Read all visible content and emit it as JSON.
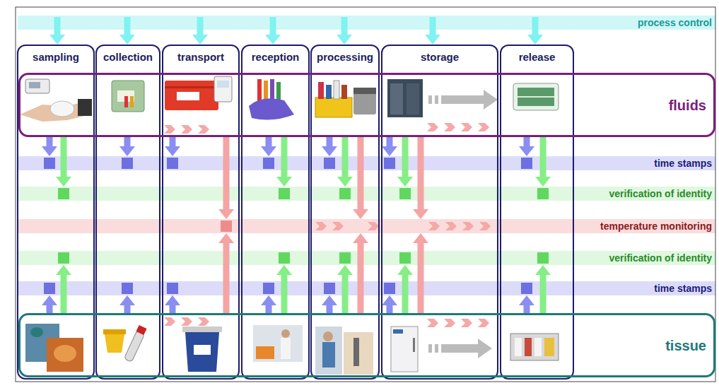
{
  "diagram": {
    "nodes": [
      {
        "text": [
          "process control"
        ]
      },
      {
        "text": [
          "sampling"
        ]
      },
      {
        "text": [
          "collection"
        ]
      },
      {
        "text": [
          "transport"
        ]
      },
      {
        "text": [
          "reception"
        ]
      },
      {
        "text": [
          "processing"
        ]
      },
      {
        "text": [
          "storage"
        ]
      },
      {
        "text": [
          "release"
        ]
      },
      {
        "text": [
          "fluids"
        ]
      },
      {
        "text": [
          "time stamps"
        ]
      },
      {
        "text": [
          "verification of identity"
        ]
      },
      {
        "text": [
          "temperature monitoring"
        ]
      },
      {
        "text": [
          "verification of identity"
        ]
      },
      {
        "text": [
          "time stamps"
        ]
      },
      {
        "text": [
          "tissue"
        ]
      }
    ],
    "edges": [
      {
        "from": 0,
        "to": 1,
        "arrow": "to"
      },
      {
        "from": 0,
        "to": 2,
        "arrow": "to"
      },
      {
        "from": 0,
        "to": 3,
        "arrow": "to"
      },
      {
        "from": 0,
        "to": 4,
        "arrow": "to"
      },
      {
        "from": 0,
        "to": 5,
        "arrow": "to"
      },
      {
        "from": 0,
        "to": 6,
        "arrow": "to"
      },
      {
        "from": 0,
        "to": 7,
        "arrow": "to"
      },
      {
        "from": 8,
        "to": 9,
        "arrow": "to"
      },
      {
        "from": 8,
        "to": 10,
        "arrow": "to"
      },
      {
        "from": 8,
        "to": 9,
        "arrow": "to"
      },
      {
        "from": 8,
        "to": 9,
        "arrow": "to"
      },
      {
        "from": 8,
        "to": 11,
        "arrow": "to"
      },
      {
        "from": 8,
        "to": 9,
        "arrow": "to"
      },
      {
        "from": 8,
        "to": 10,
        "arrow": "to"
      },
      {
        "from": 8,
        "to": 9,
        "arrow": "to"
      },
      {
        "from": 8,
        "to": 10,
        "arrow": "to"
      },
      {
        "from": 8,
        "to": 11,
        "arrow": "to"
      },
      {
        "from": 8,
        "to": 9,
        "arrow": "to"
      },
      {
        "from": 8,
        "to": 10,
        "arrow": "to"
      },
      {
        "from": 8,
        "to": 11,
        "arrow": "to"
      },
      {
        "from": 8,
        "to": 9,
        "arrow": "to"
      },
      {
        "from": 8,
        "to": 10,
        "arrow": "to"
      },
      {
        "from": 14,
        "to": 13,
        "arrow": "to"
      },
      {
        "from": 14,
        "to": 12,
        "arrow": "to"
      },
      {
        "from": 14,
        "to": 13,
        "arrow": "to"
      },
      {
        "from": 14,
        "to": 13,
        "arrow": "to"
      },
      {
        "from": 14,
        "to": 11,
        "arrow": "to"
      },
      {
        "from": 14,
        "to": 13,
        "arrow": "to"
      },
      {
        "from": 14,
        "to": 12,
        "arrow": "to"
      },
      {
        "from": 14,
        "to": 13,
        "arrow": "to"
      },
      {
        "from": 14,
        "to": 12,
        "arrow": "to"
      },
      {
        "from": 14,
        "to": 11,
        "arrow": "to"
      },
      {
        "from": 14,
        "to": 13,
        "arrow": "to"
      },
      {
        "from": 14,
        "to": 12,
        "arrow": "to"
      },
      {
        "from": 14,
        "to": 11,
        "arrow": "to"
      },
      {
        "from": 14,
        "to": 13,
        "arrow": "to"
      },
      {
        "from": 14,
        "to": 12,
        "arrow": "to"
      }
    ]
  }
}
